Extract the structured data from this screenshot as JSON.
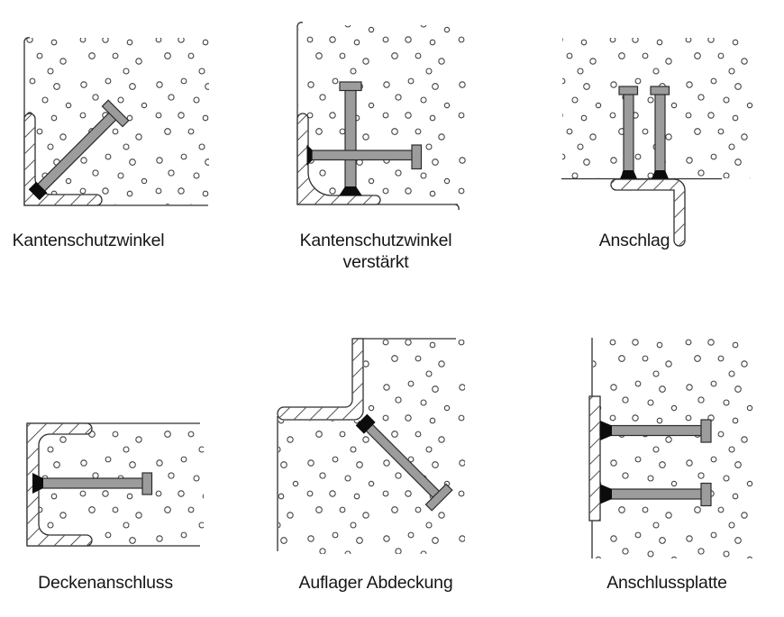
{
  "page": {
    "type": "technical-diagram-sheet",
    "language": "de",
    "background": "#ffffff"
  },
  "palette": {
    "line": "#2e2e2e",
    "steel_profile_fill": "#ffffff",
    "stud_fill": "#9c9c9c",
    "weld_fill": "#0c0c0c",
    "label_color": "#161616",
    "concrete_dot_stroke": "#3d3d3d"
  },
  "figures": [
    {
      "id": "kantenschutzwinkel",
      "label": "Kantenschutzwinkel",
      "depicts": "edge protection angle in concrete corner with one diagonal headed anchor stud"
    },
    {
      "id": "kantenschutzwinkel-verstaerkt",
      "label": "Kantenschutzwinkel",
      "label2": "verstärkt",
      "depicts": "reinforced edge protection angle with vertical and horizontal headed anchor studs"
    },
    {
      "id": "anschlag",
      "label": "Anschlag",
      "depicts": "stop angle below concrete soffit with two vertical headed anchor studs"
    },
    {
      "id": "deckenanschluss",
      "label": "Deckenanschluss",
      "depicts": "slab-edge channel with one horizontal headed anchor stud"
    },
    {
      "id": "auflager-abdeckung",
      "label": "Auflager Abdeckung",
      "depicts": "bearing cover angle in stepped recess with one diagonal headed anchor stud"
    },
    {
      "id": "anschlussplatte",
      "label": "Anschlussplatte",
      "depicts": "connection plate on concrete face with two horizontal headed anchor studs"
    }
  ]
}
